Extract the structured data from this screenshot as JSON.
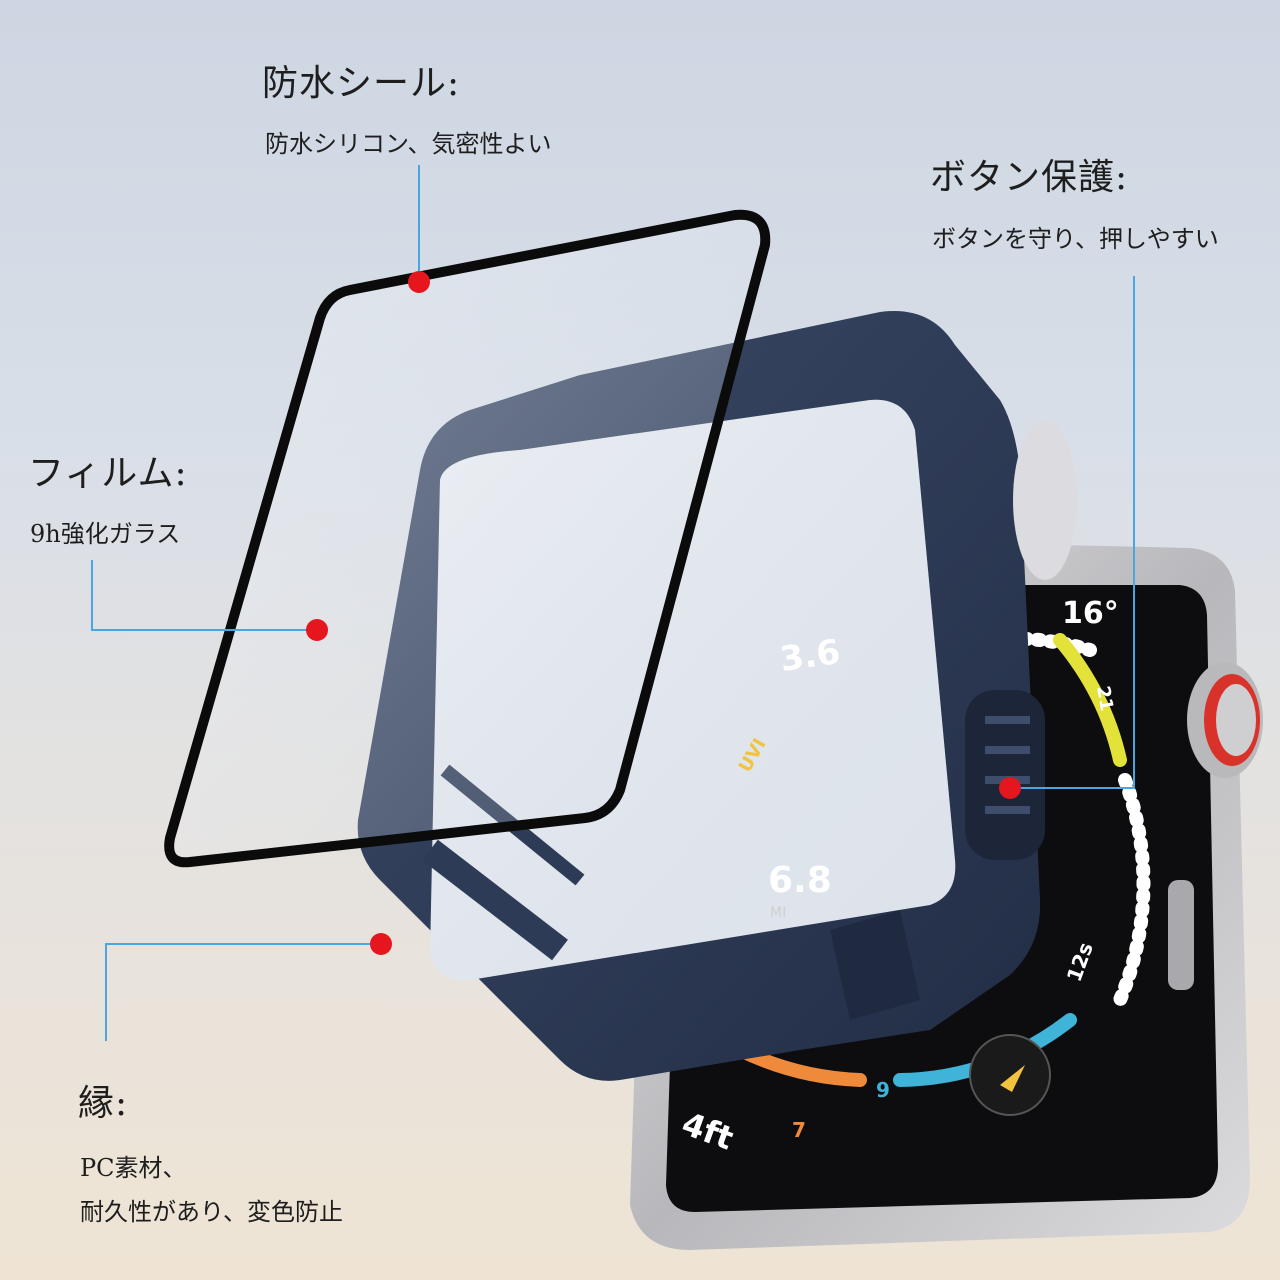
{
  "callouts": {
    "waterproof": {
      "title": "防水シール:",
      "desc": "防水シリコン、気密性よい"
    },
    "button": {
      "title": "ボタン保護:",
      "desc": "ボタンを守り、押しやすい"
    },
    "film": {
      "title": "フィルム:",
      "desc": "9h強化ガラス"
    },
    "frame": {
      "title": "縁:",
      "desc_line1": "PC素材、",
      "desc_line2": "耐久性があり、変色防止"
    }
  },
  "watch_face": {
    "value_top_left": "3.6",
    "value_center": "6.8",
    "unit_center": "MI",
    "label_uvi": "UVI",
    "value_top_right": "16°",
    "tick_21": "21",
    "tick_12s": "12s",
    "tick_9": "9",
    "tick_7": "7",
    "value_bottom": "4ft"
  },
  "colors": {
    "case_navy": "#2d3b57",
    "watch_silver": "#c9c9cb",
    "dot_red": "#e6161f",
    "leader_blue": "#4aa6e0",
    "crown_red": "#d8322a"
  }
}
